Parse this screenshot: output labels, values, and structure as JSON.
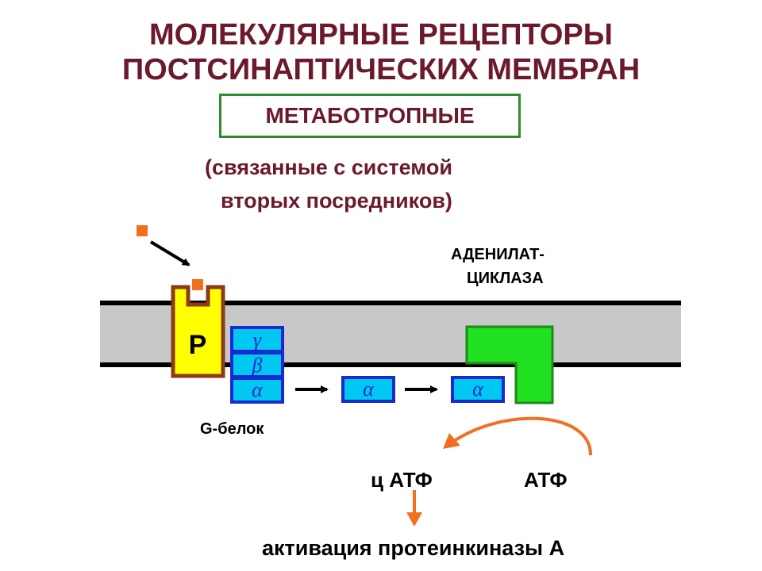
{
  "title": {
    "line1": "МОЛЕКУЛЯРНЫЕ РЕЦЕПТОРЫ",
    "line2": "ПОСТСИНАПТИЧЕСКИХ МЕМБРАН"
  },
  "type_label": "МЕТАБОТРОПНЫЕ",
  "subtitle": {
    "line1": "(связанные с системой",
    "line2": "вторых посредников)"
  },
  "receptor": {
    "label": "P"
  },
  "g_protein": {
    "label": "G-белок",
    "subunits": [
      "γ",
      "β",
      "α"
    ]
  },
  "alpha_moving": [
    "α",
    "α"
  ],
  "enzyme": {
    "line1": "АДЕНИЛАТ-",
    "line2": "ЦИКЛАЗА"
  },
  "reaction": {
    "product": "ц АТФ",
    "substrate": "АТФ"
  },
  "result": "активация протеинкиназы А",
  "colors": {
    "title": "#6b1a2b",
    "box_border": "#2e8b2e",
    "membrane": "#c8c8c8",
    "receptor_fill": "#ffff00",
    "receptor_border": "#8b3a1a",
    "ligand": "#f07020",
    "subunit_fill": "#00c8f0",
    "subunit_border": "#1a2ad0",
    "enzyme": "#22e022",
    "enzyme_border": "#1a8a1a",
    "arrow_orange": "#f07020"
  }
}
